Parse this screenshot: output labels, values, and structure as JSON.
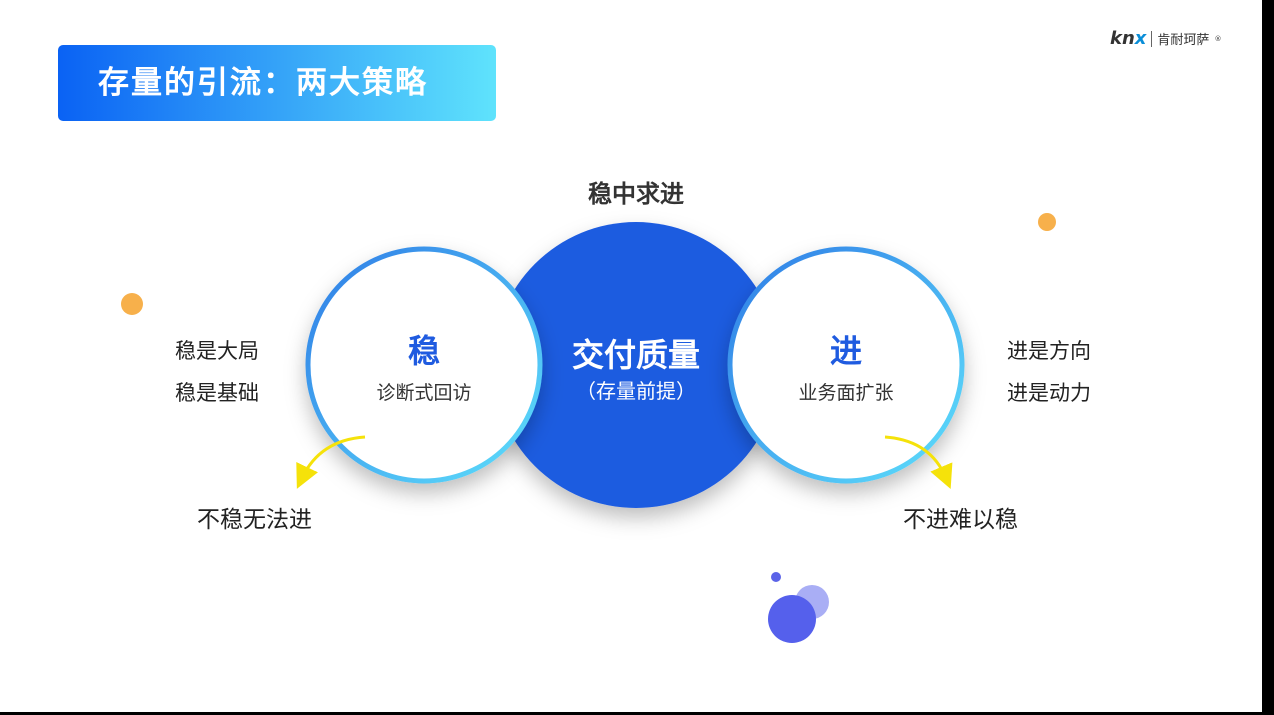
{
  "title": "存量的引流：两大策略",
  "logo": {
    "brand": "knx",
    "name": "肯耐珂萨"
  },
  "top_label": "稳中求进",
  "center": {
    "title": "交付质量",
    "subtitle": "（存量前提）"
  },
  "left": {
    "heading": "稳",
    "sub": "诊断式回访",
    "notes": [
      "稳是大局",
      "稳是基础"
    ],
    "arrow_label": "不稳无法进"
  },
  "right": {
    "heading": "进",
    "sub": "业务面扩张",
    "notes": [
      "进是方向",
      "进是动力"
    ],
    "arrow_label": "不进难以稳"
  },
  "colors": {
    "primary": "#1f5be0",
    "accent": "#f7b04b",
    "arrow": "#f5e20a"
  }
}
